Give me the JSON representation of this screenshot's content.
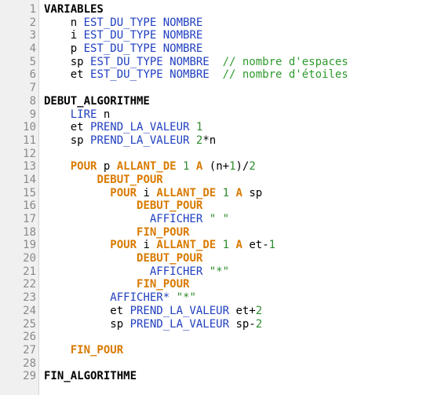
{
  "editor": {
    "lines": [
      {
        "n": "1",
        "t": [
          {
            "c": "kw",
            "s": "VARIABLES"
          }
        ]
      },
      {
        "n": "2",
        "t": [
          {
            "c": "plain",
            "s": "    n "
          },
          {
            "c": "kwb",
            "s": "EST_DU_TYPE NOMBRE"
          }
        ]
      },
      {
        "n": "3",
        "t": [
          {
            "c": "plain",
            "s": "    i "
          },
          {
            "c": "kwb",
            "s": "EST_DU_TYPE NOMBRE"
          }
        ]
      },
      {
        "n": "4",
        "t": [
          {
            "c": "plain",
            "s": "    p "
          },
          {
            "c": "kwb",
            "s": "EST_DU_TYPE NOMBRE"
          }
        ]
      },
      {
        "n": "5",
        "t": [
          {
            "c": "plain",
            "s": "    sp "
          },
          {
            "c": "kwb",
            "s": "EST_DU_TYPE NOMBRE"
          },
          {
            "c": "plain",
            "s": "  "
          },
          {
            "c": "cmt",
            "s": "// nombre d'espaces"
          }
        ]
      },
      {
        "n": "6",
        "t": [
          {
            "c": "plain",
            "s": "    et "
          },
          {
            "c": "kwb",
            "s": "EST_DU_TYPE NOMBRE"
          },
          {
            "c": "plain",
            "s": "  "
          },
          {
            "c": "cmt",
            "s": "// nombre d'étoiles"
          }
        ]
      },
      {
        "n": "7",
        "t": []
      },
      {
        "n": "8",
        "t": [
          {
            "c": "kw",
            "s": "DEBUT_ALGORITHME"
          }
        ]
      },
      {
        "n": "9",
        "t": [
          {
            "c": "plain",
            "s": "    "
          },
          {
            "c": "kwb",
            "s": "LIRE"
          },
          {
            "c": "plain",
            "s": " n"
          }
        ]
      },
      {
        "n": "10",
        "t": [
          {
            "c": "plain",
            "s": "    et "
          },
          {
            "c": "kwb",
            "s": "PREND_LA_VALEUR"
          },
          {
            "c": "plain",
            "s": " "
          },
          {
            "c": "num",
            "s": "1"
          }
        ]
      },
      {
        "n": "11",
        "t": [
          {
            "c": "plain",
            "s": "    sp "
          },
          {
            "c": "kwb",
            "s": "PREND_LA_VALEUR"
          },
          {
            "c": "plain",
            "s": " "
          },
          {
            "c": "num",
            "s": "2"
          },
          {
            "c": "plain",
            "s": "*n"
          }
        ]
      },
      {
        "n": "12",
        "t": []
      },
      {
        "n": "13",
        "t": [
          {
            "c": "plain",
            "s": "    "
          },
          {
            "c": "kwo",
            "s": "POUR"
          },
          {
            "c": "plain",
            "s": " p "
          },
          {
            "c": "kwo",
            "s": "ALLANT_DE"
          },
          {
            "c": "plain",
            "s": " "
          },
          {
            "c": "num",
            "s": "1"
          },
          {
            "c": "plain",
            "s": " "
          },
          {
            "c": "kwo",
            "s": "A"
          },
          {
            "c": "plain",
            "s": " (n+"
          },
          {
            "c": "num",
            "s": "1"
          },
          {
            "c": "plain",
            "s": ")/"
          },
          {
            "c": "num",
            "s": "2"
          }
        ]
      },
      {
        "n": "14",
        "t": [
          {
            "c": "plain",
            "s": "        "
          },
          {
            "c": "kwo",
            "s": "DEBUT_POUR"
          }
        ]
      },
      {
        "n": "15",
        "t": [
          {
            "c": "plain",
            "s": "          "
          },
          {
            "c": "kwo",
            "s": "POUR"
          },
          {
            "c": "plain",
            "s": " i "
          },
          {
            "c": "kwo",
            "s": "ALLANT_DE"
          },
          {
            "c": "plain",
            "s": " "
          },
          {
            "c": "num",
            "s": "1"
          },
          {
            "c": "plain",
            "s": " "
          },
          {
            "c": "kwo",
            "s": "A"
          },
          {
            "c": "plain",
            "s": " sp"
          }
        ]
      },
      {
        "n": "16",
        "t": [
          {
            "c": "plain",
            "s": "              "
          },
          {
            "c": "kwo",
            "s": "DEBUT_POUR"
          }
        ]
      },
      {
        "n": "17",
        "t": [
          {
            "c": "plain",
            "s": "                "
          },
          {
            "c": "kwb",
            "s": "AFFICHER"
          },
          {
            "c": "plain",
            "s": " "
          },
          {
            "c": "str",
            "s": "\" \""
          }
        ]
      },
      {
        "n": "18",
        "t": [
          {
            "c": "plain",
            "s": "              "
          },
          {
            "c": "kwo",
            "s": "FIN_POUR"
          }
        ]
      },
      {
        "n": "19",
        "t": [
          {
            "c": "plain",
            "s": "          "
          },
          {
            "c": "kwo",
            "s": "POUR"
          },
          {
            "c": "plain",
            "s": " i "
          },
          {
            "c": "kwo",
            "s": "ALLANT_DE"
          },
          {
            "c": "plain",
            "s": " "
          },
          {
            "c": "num",
            "s": "1"
          },
          {
            "c": "plain",
            "s": " "
          },
          {
            "c": "kwo",
            "s": "A"
          },
          {
            "c": "plain",
            "s": " et-"
          },
          {
            "c": "num",
            "s": "1"
          }
        ]
      },
      {
        "n": "20",
        "t": [
          {
            "c": "plain",
            "s": "              "
          },
          {
            "c": "kwo",
            "s": "DEBUT_POUR"
          }
        ]
      },
      {
        "n": "21",
        "t": [
          {
            "c": "plain",
            "s": "                "
          },
          {
            "c": "kwb",
            "s": "AFFICHER"
          },
          {
            "c": "plain",
            "s": " "
          },
          {
            "c": "str",
            "s": "\"*\""
          }
        ]
      },
      {
        "n": "22",
        "t": [
          {
            "c": "plain",
            "s": "              "
          },
          {
            "c": "kwo",
            "s": "FIN_POUR"
          }
        ]
      },
      {
        "n": "23",
        "t": [
          {
            "c": "plain",
            "s": "          "
          },
          {
            "c": "kwb",
            "s": "AFFICHER*"
          },
          {
            "c": "plain",
            "s": " "
          },
          {
            "c": "str",
            "s": "\"*\""
          }
        ]
      },
      {
        "n": "24",
        "t": [
          {
            "c": "plain",
            "s": "          et "
          },
          {
            "c": "kwb",
            "s": "PREND_LA_VALEUR"
          },
          {
            "c": "plain",
            "s": " et+"
          },
          {
            "c": "num",
            "s": "2"
          }
        ]
      },
      {
        "n": "25",
        "t": [
          {
            "c": "plain",
            "s": "          sp "
          },
          {
            "c": "kwb",
            "s": "PREND_LA_VALEUR"
          },
          {
            "c": "plain",
            "s": " sp-"
          },
          {
            "c": "num",
            "s": "2"
          }
        ]
      },
      {
        "n": "26",
        "t": []
      },
      {
        "n": "27",
        "t": [
          {
            "c": "plain",
            "s": "    "
          },
          {
            "c": "kwo",
            "s": "FIN_POUR"
          }
        ]
      },
      {
        "n": "28",
        "t": []
      },
      {
        "n": "29",
        "t": [
          {
            "c": "kw",
            "s": "FIN_ALGORITHME"
          }
        ]
      }
    ]
  }
}
